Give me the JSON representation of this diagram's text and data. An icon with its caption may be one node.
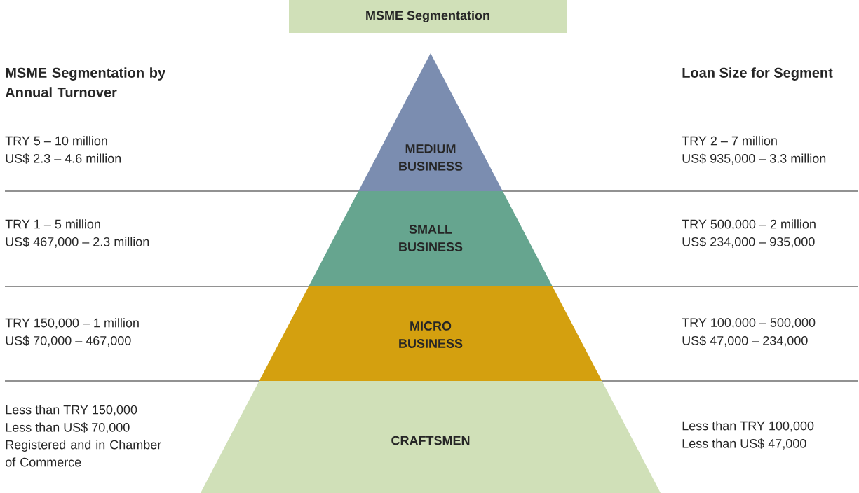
{
  "diagram": {
    "title": "MSME Segmentation",
    "nodes": [
      {
        "text": [
          "MEDIUM BUSINESS"
        ]
      },
      {
        "text": [
          "SMALL BUSINESS"
        ]
      },
      {
        "text": [
          "MICRO BUSINESS"
        ]
      },
      {
        "text": [
          "CRAFTSMEN"
        ]
      }
    ],
    "labels": [
      "MSME Segmentation by Annual Turnover",
      "Loan Size for Segment",
      "TRY 5 – 10 million",
      "US$ 2.3 – 4.6 million",
      "TRY 2 – 7 million",
      "US$ 935,000 – 3.3 million",
      "TRY 1 – 5 million",
      "US$ 467,000 – 2.3 million",
      "TRY 500,000 – 2 million",
      "US$ 234,000 – 935,000",
      "TRY 150,000 – 1 million",
      "US$ 70,000 – 467,000",
      "TRY 100,000 – 500,000",
      "US$ 47,000 – 234,000",
      "Less than TRY 150,000",
      "Less than US$ 70,000",
      "Registered and in Chamber of Commerce",
      "Less than TRY 100,000",
      "Less than US$ 47,000"
    ]
  }
}
